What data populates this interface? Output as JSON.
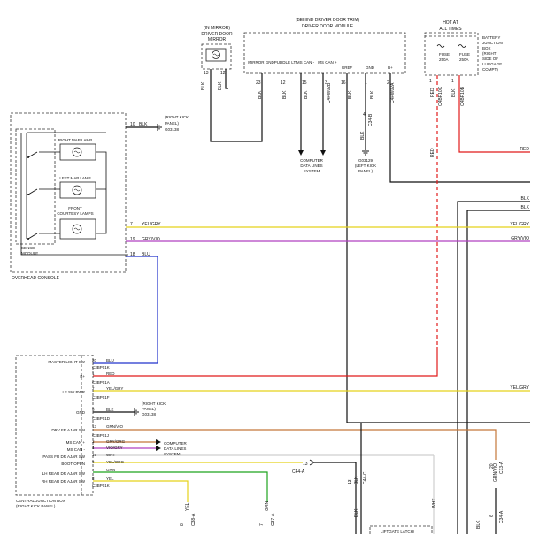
{
  "colors": {
    "black": "#111111",
    "red": "#e11b1b",
    "blue": "#2233cc",
    "yellow": "#e5d21a",
    "gray": "#9a9a9a",
    "violet": "#b040c0",
    "green": "#1ea31e",
    "orange_brown": "#c4773a"
  },
  "icons": [
    "lamp-icon",
    "ground-icon",
    "arrow-icon",
    "switch-icon",
    "fuse-icon"
  ],
  "mirror": {
    "title_lines": [
      "(IN MIRROR)",
      "DRIVER DOOR",
      "MIRROR"
    ],
    "pins": [
      "13",
      "12"
    ],
    "wires": [
      "BLK",
      "BLK"
    ]
  },
  "door_module": {
    "title_lines": [
      "(BEHIND DRIVER DOOR TRIM)",
      "DRIVER DOOR MODULE"
    ],
    "labels": [
      "MIRROR GND",
      "PUDDLE LT",
      "MS CAN -",
      "MS CAN +",
      "GREF",
      "GND",
      "B+"
    ],
    "pins": [
      "23",
      "12",
      "15",
      "3",
      "16",
      "1",
      "2"
    ],
    "wires": [
      "BLK",
      "BLK",
      "BLK",
      "C4PW02B",
      "BLK",
      "BLK",
      "C4PW02A"
    ],
    "comp_lines": [
      "COMPUTER",
      "DATA LINES",
      "SYSTEM"
    ],
    "ground_pin": "4",
    "ground_wire": "BLK",
    "ground_conn": "C34-B",
    "ground_lines": [
      "G03129",
      "(LEFT KICK",
      "PANEL)"
    ]
  },
  "fuse_box": {
    "title_lines": [
      "HOT AT",
      "ALL TIMES"
    ],
    "side_lines": [
      "BATTERY",
      "JUNCTION",
      "BOX",
      "(RIGHT",
      "SIDE OF",
      "LUGGAGE",
      "COMPT)"
    ],
    "fuse_a": [
      "FUSE",
      "250A"
    ],
    "fuse_b": [
      "FUSE",
      "250A"
    ],
    "pins": [
      "1",
      "1"
    ],
    "wires": [
      "RED",
      "BLK"
    ],
    "conns": [
      "C4BP10C",
      "C4BP10B"
    ]
  },
  "overhead": {
    "title": "OVERHEAD CONSOLE",
    "right_map_lamp": "RIGHT MAP LAMP",
    "left_map_lamp": "LEFT MAP LAMP",
    "courtesy_lines": [
      "FRONT",
      "COURTESY LAMPS"
    ],
    "sense_lines": [
      "SENSE",
      "MODULE"
    ],
    "gnd_pin": "10",
    "gnd_wire": "BLK",
    "gnd_lines": [
      "(RIGHT KICK",
      "PANEL)"
    ],
    "gnd_id": "G03138",
    "pins": [
      "7",
      "19",
      "18"
    ],
    "wires": [
      "YEL/GRY",
      "GRY/VIO",
      "BLU"
    ]
  },
  "right_edge": {
    "labels": [
      "RED",
      "BLK",
      "BLK",
      "YEL/GRY",
      "GRY/VIO",
      "YEL/GRY",
      "RED"
    ]
  },
  "cjb": {
    "rows": [
      {
        "label": "MASTER LIGHT SW",
        "pin": "20",
        "wire": "BLU",
        "conn": "C3BP01K"
      },
      {
        "label": "B+",
        "pin": "1",
        "wire": "RED",
        "conn": "C3BP01A"
      },
      {
        "label": "LF SW PWR",
        "pin": "7",
        "wire": "YEL/GRY",
        "conn": "C3BP01F"
      },
      {
        "label": "GND",
        "pin": "9",
        "wire": "BLK",
        "conn": "C3BP01D"
      },
      {
        "label": "DRV FR AJAR SW",
        "pin": "13",
        "wire": "GRN/VIO",
        "conn": "C3BP01J"
      },
      {
        "label": "MS CAN +",
        "pin": "3",
        "wire": "GRY/ORG",
        "conn": ""
      },
      {
        "label": "MS CAN -",
        "pin": "4",
        "wire": "VIO/GRY",
        "conn": ""
      },
      {
        "label": "PASS FR DR AJAR SW",
        "pin": "19",
        "wire": "WHT",
        "conn": ""
      },
      {
        "label": "BOOT OPEN",
        "pin": "9",
        "wire": "YEL/ORG",
        "conn": ""
      },
      {
        "label": "LH REAR DR AJAR SW",
        "pin": "7",
        "wire": "GRN",
        "conn": ""
      },
      {
        "label": "RH REAR DR AJAR SW",
        "pin": "8",
        "wire": "YEL",
        "conn": "C3BP01K"
      }
    ],
    "gnd_lines": [
      "(RIGHT KICK",
      "PANEL)"
    ],
    "gnd_id": "G03138",
    "comp_lines": [
      "COMPUTER",
      "DATA LINES",
      "SYSTEM"
    ],
    "footer_lines": [
      "CENTRAL JUNCTION BOX",
      "(RIGHT KICK PANEL)"
    ]
  },
  "bottom": {
    "c44_pin": "13",
    "c44_conn": "C44-A",
    "verticals": [
      {
        "wire": "YEL",
        "pin": "8",
        "conn": "C38-A"
      },
      {
        "wire": "GRN",
        "pin": "7",
        "conn": "C37-A"
      },
      {
        "wire": "BLK",
        "pin": "13",
        "conn": "C44-C"
      },
      {
        "wire": "BLK",
        "pin": "",
        "conn": ""
      },
      {
        "wire": "WHT",
        "pin": "",
        "conn": ""
      },
      {
        "wire": "GRN/VIO",
        "pin": "20",
        "conn": "C13-A"
      },
      {
        "wire": "BLK",
        "pin": "6",
        "conn": "C34-A"
      }
    ],
    "liftgate": "LIFTGATE LATCH/"
  }
}
